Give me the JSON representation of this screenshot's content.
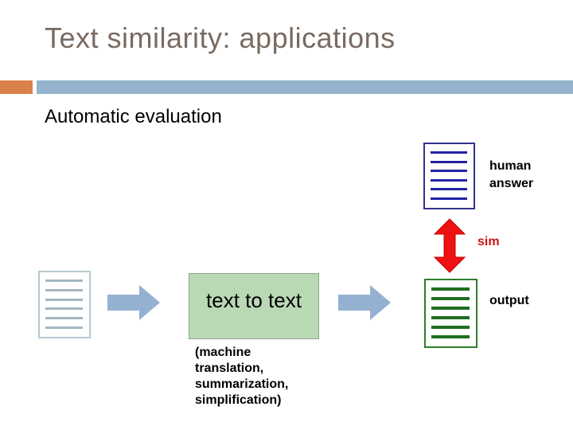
{
  "slide": {
    "title": "Text similarity: applications",
    "section_heading": "Automatic evaluation"
  },
  "diagram": {
    "human_answer_label": "human answer",
    "sim_label": "sim",
    "process_box_label": "text to text",
    "process_caption": "(machine translation, summarization, simplification)",
    "output_label": "output",
    "icons": [
      "input-document-icon",
      "human-answer-document-icon",
      "output-document-icon",
      "flow-arrow-right-icon",
      "flow-arrow-right-icon",
      "similarity-double-arrow-icon"
    ]
  },
  "colors": {
    "title_text": "#796a60",
    "accent_orange": "#d9834b",
    "accent_blue": "#95b3cc",
    "doc_navy_border": "#33338c",
    "doc_navy_lines": "#2222a6",
    "doc_input_border": "#b7c9d1",
    "doc_input_lines": "#a3b7c2",
    "doc_output_border": "#2d7d2d",
    "doc_output_lines": "#1f6e1f",
    "process_box_fill": "#b9d8b4",
    "flow_arrow_blue": "#95b1d2",
    "similarity_arrow_red": "#ee1111",
    "sim_label_red": "#cc1414"
  }
}
